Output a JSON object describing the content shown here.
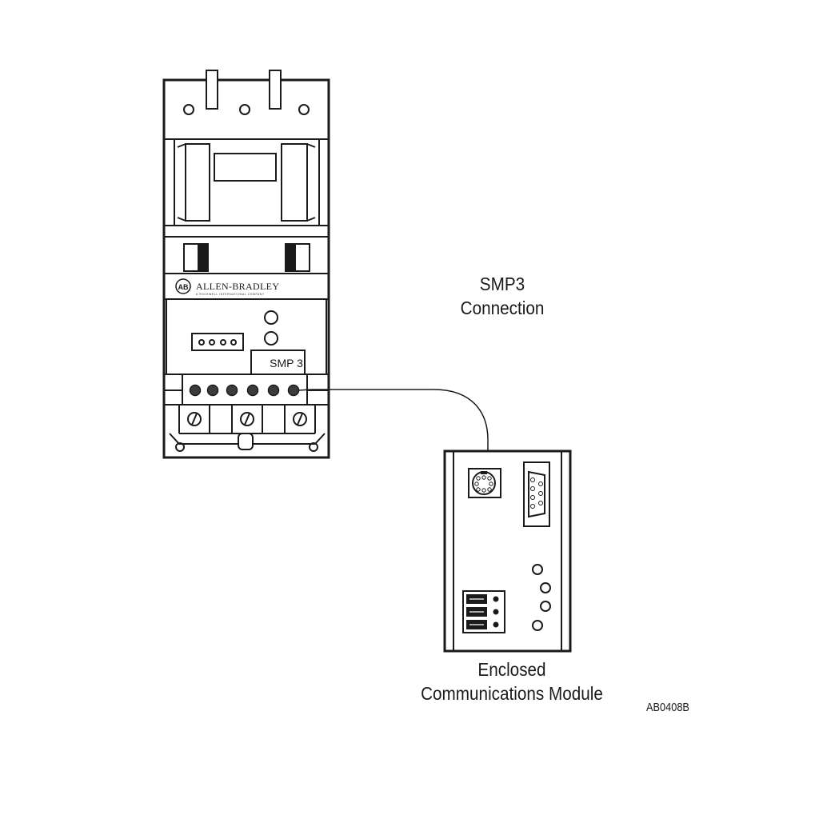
{
  "device": {
    "brand_name": "ALLEN-BRADLEY",
    "brand_tagline": "A ROCKWELL INTERNATIONAL COMPANY",
    "logo_mark": "AB",
    "port_label": "SMP 3"
  },
  "labels": {
    "connection_line1": "SMP3",
    "connection_line2": "Connection",
    "module_line1": "Enclosed",
    "module_line2": "Communications Module",
    "figure_code": "AB0408B"
  },
  "colors": {
    "line": "#1a1a1a",
    "terminal_fill": "#3c3c3c",
    "background": "#ffffff"
  }
}
